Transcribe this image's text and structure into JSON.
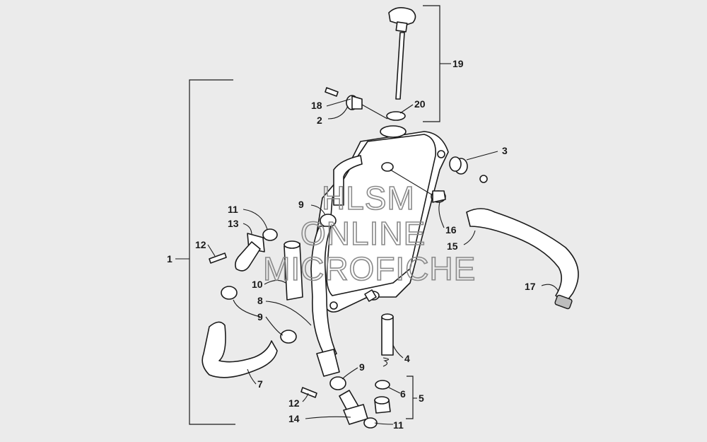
{
  "watermark": {
    "line1": "HLSM",
    "line2": "ONLINE",
    "line3": "MICROFICHE"
  },
  "callouts": {
    "c1": "1",
    "c2": "2",
    "c3": "3",
    "c4": "4",
    "c5": "5",
    "c6": "6",
    "c7": "7",
    "c8": "8",
    "c9a": "9",
    "c9b": "9",
    "c9c": "9",
    "c10": "10",
    "c11a": "11",
    "c11b": "11",
    "c12a": "12",
    "c12b": "12",
    "c13": "13",
    "c14": "14",
    "c15": "15",
    "c16": "16",
    "c17": "17",
    "c18": "18",
    "c19": "19",
    "c20": "20"
  }
}
